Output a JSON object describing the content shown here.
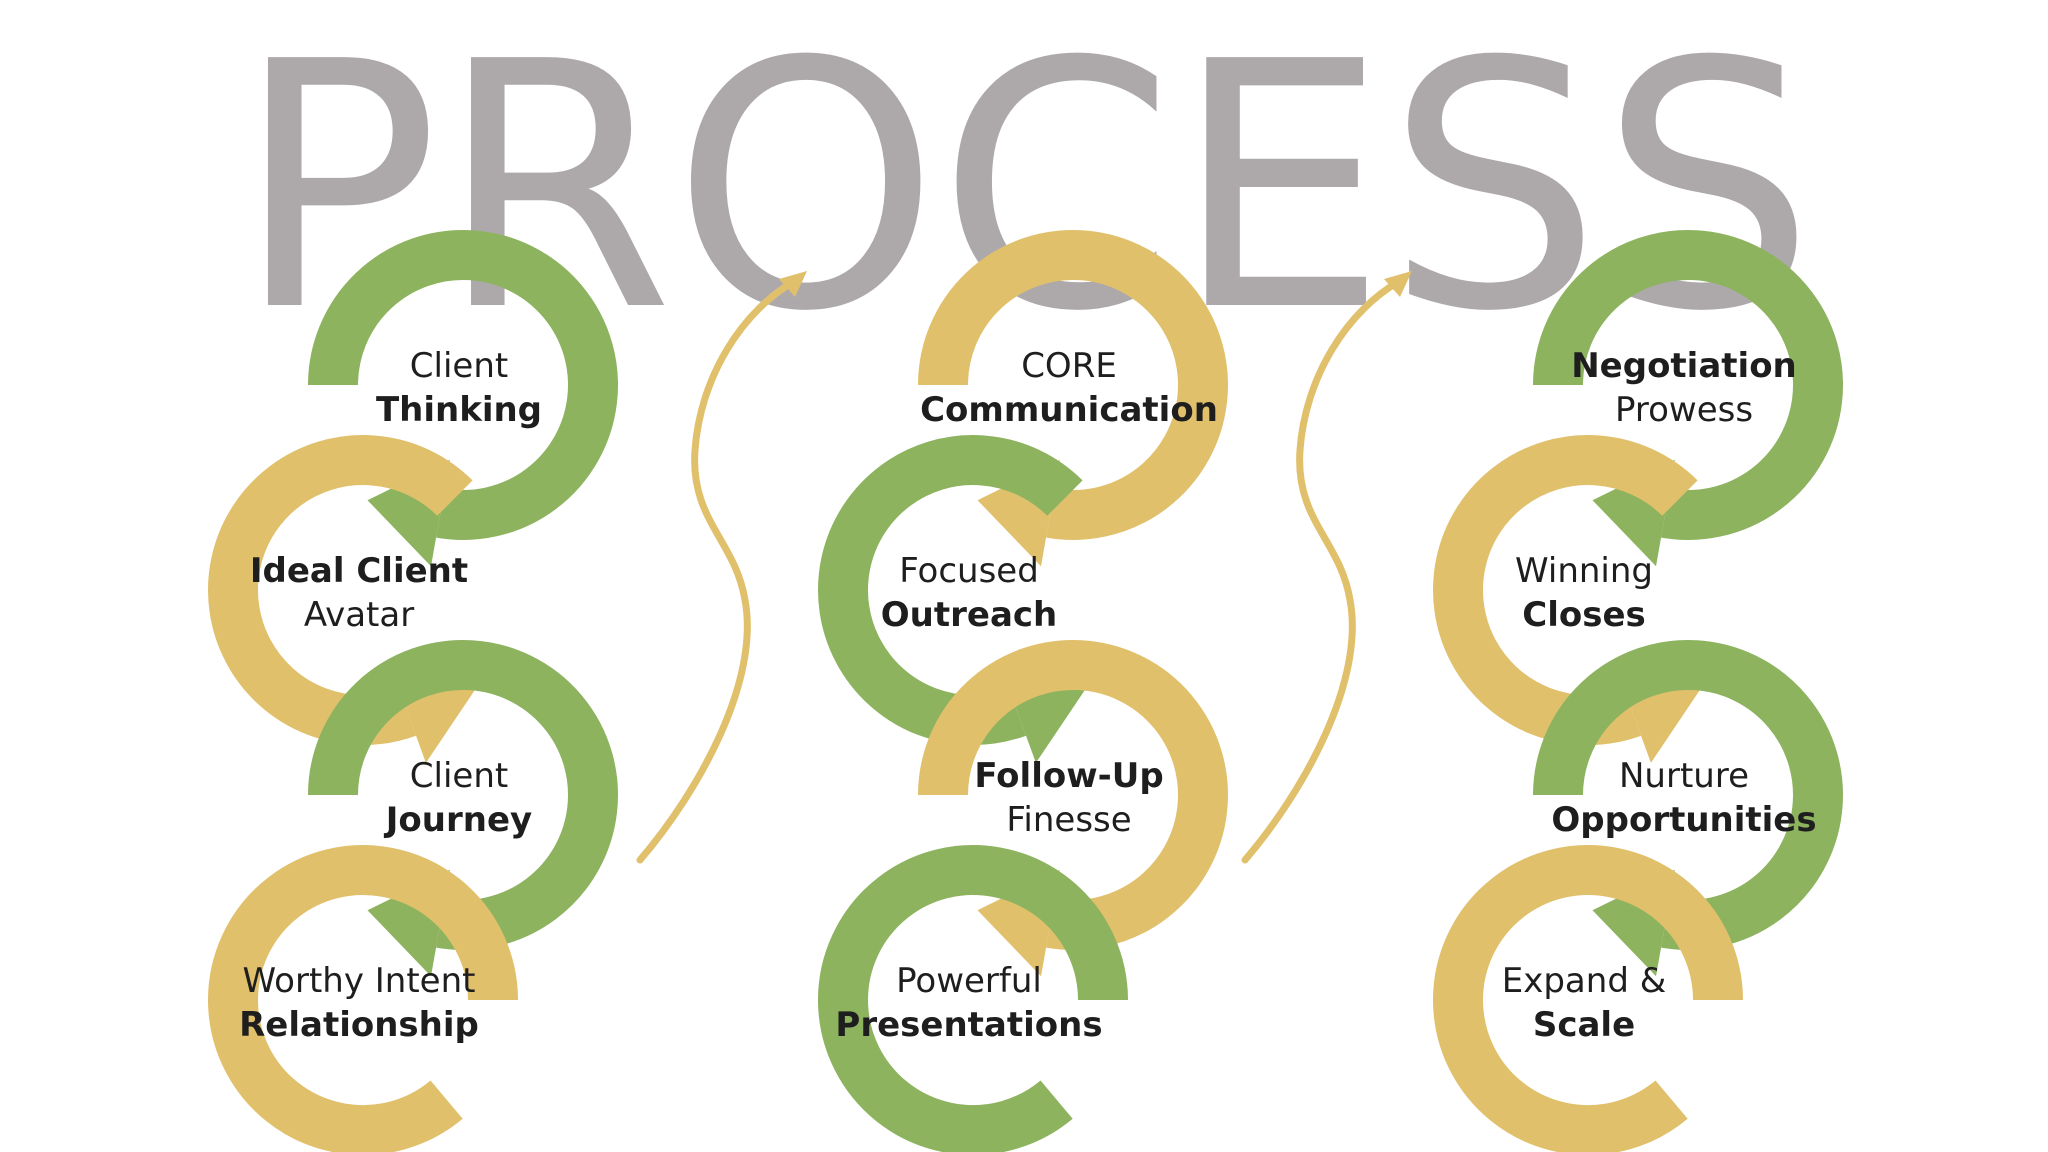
{
  "title": "PROCESS",
  "colors": {
    "title": "#a29d9f",
    "green": "#8db35f",
    "gold": "#e1c06c",
    "text": "#1e1e1e"
  },
  "columns": [
    {
      "id": "col-1",
      "steps": [
        {
          "line1": "Client",
          "line2": "Thinking",
          "bold": 2,
          "color": "green"
        },
        {
          "line1": "Ideal Client",
          "line2": "Avatar",
          "bold": 1,
          "color": "gold"
        },
        {
          "line1": "Client",
          "line2": "Journey",
          "bold": 2,
          "color": "green"
        },
        {
          "line1": "Worthy Intent",
          "line2": "Relationship",
          "bold": 2,
          "color": "gold"
        }
      ]
    },
    {
      "id": "col-2",
      "steps": [
        {
          "line1": "CORE",
          "line2": "Communication",
          "bold": 2,
          "color": "gold"
        },
        {
          "line1": "Focused",
          "line2": "Outreach",
          "bold": 2,
          "color": "green"
        },
        {
          "line1": "Follow-Up",
          "line2": "Finesse",
          "bold": 1,
          "color": "gold"
        },
        {
          "line1": "Powerful",
          "line2": "Presentations",
          "bold": 2,
          "color": "green"
        }
      ]
    },
    {
      "id": "col-3",
      "steps": [
        {
          "line1": "Negotiation",
          "line2": "Prowess",
          "bold": 1,
          "color": "green"
        },
        {
          "line1": "Winning",
          "line2": "Closes",
          "bold": 2,
          "color": "gold"
        },
        {
          "line1": "Nurture",
          "line2": "Opportunities",
          "bold": 2,
          "color": "green"
        },
        {
          "line1": "Expand &",
          "line2": "Scale",
          "bold": 2,
          "color": "gold"
        }
      ]
    }
  ]
}
